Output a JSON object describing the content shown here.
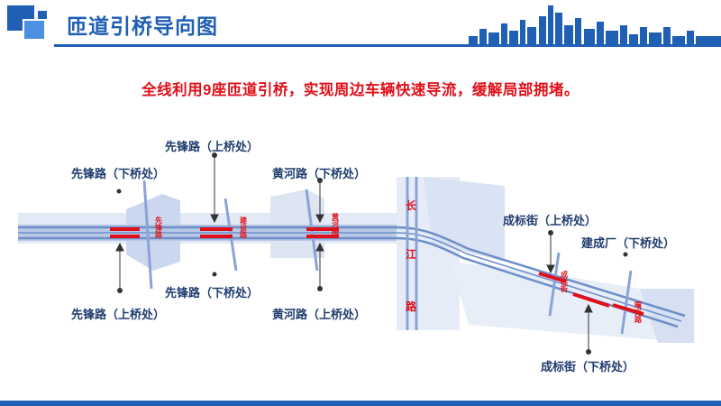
{
  "header": {
    "title": "匝道引桥导向图",
    "accent_color": "#1f5fb4"
  },
  "subtitle": "全线利用9座匝道引桥，实现周边车辆快速导流，缓解局部拥堵。",
  "callouts": {
    "xf_up_top": "先锋路（上桥处）",
    "xf_down_top_left": "先锋路（下桥处）",
    "xf_up_bottom_left": "先锋路（上桥处）",
    "xf_down_bottom": "先锋路（下桥处）",
    "hh_down_top": "黄河路（下桥处）",
    "hh_up_bottom": "黄河路（上桥处）",
    "cb_up": "成标街（上桥处）",
    "jcc_down": "建成厂（下桥处）",
    "cb_down": "成标街（下桥处）"
  },
  "map_labels": {
    "xianfeng_road": "先锋路",
    "jianshe_road": "建设路",
    "huanghe_road": "黄河路",
    "changjiang_road": "长江路",
    "chengbiao_street": "成标街",
    "shuguang_road": "曙光路"
  },
  "colors": {
    "ramp": "#e0101a",
    "road": "#6e8fc8",
    "road_light": "#b8c8e6",
    "callout_text": "#1f3c6e"
  }
}
